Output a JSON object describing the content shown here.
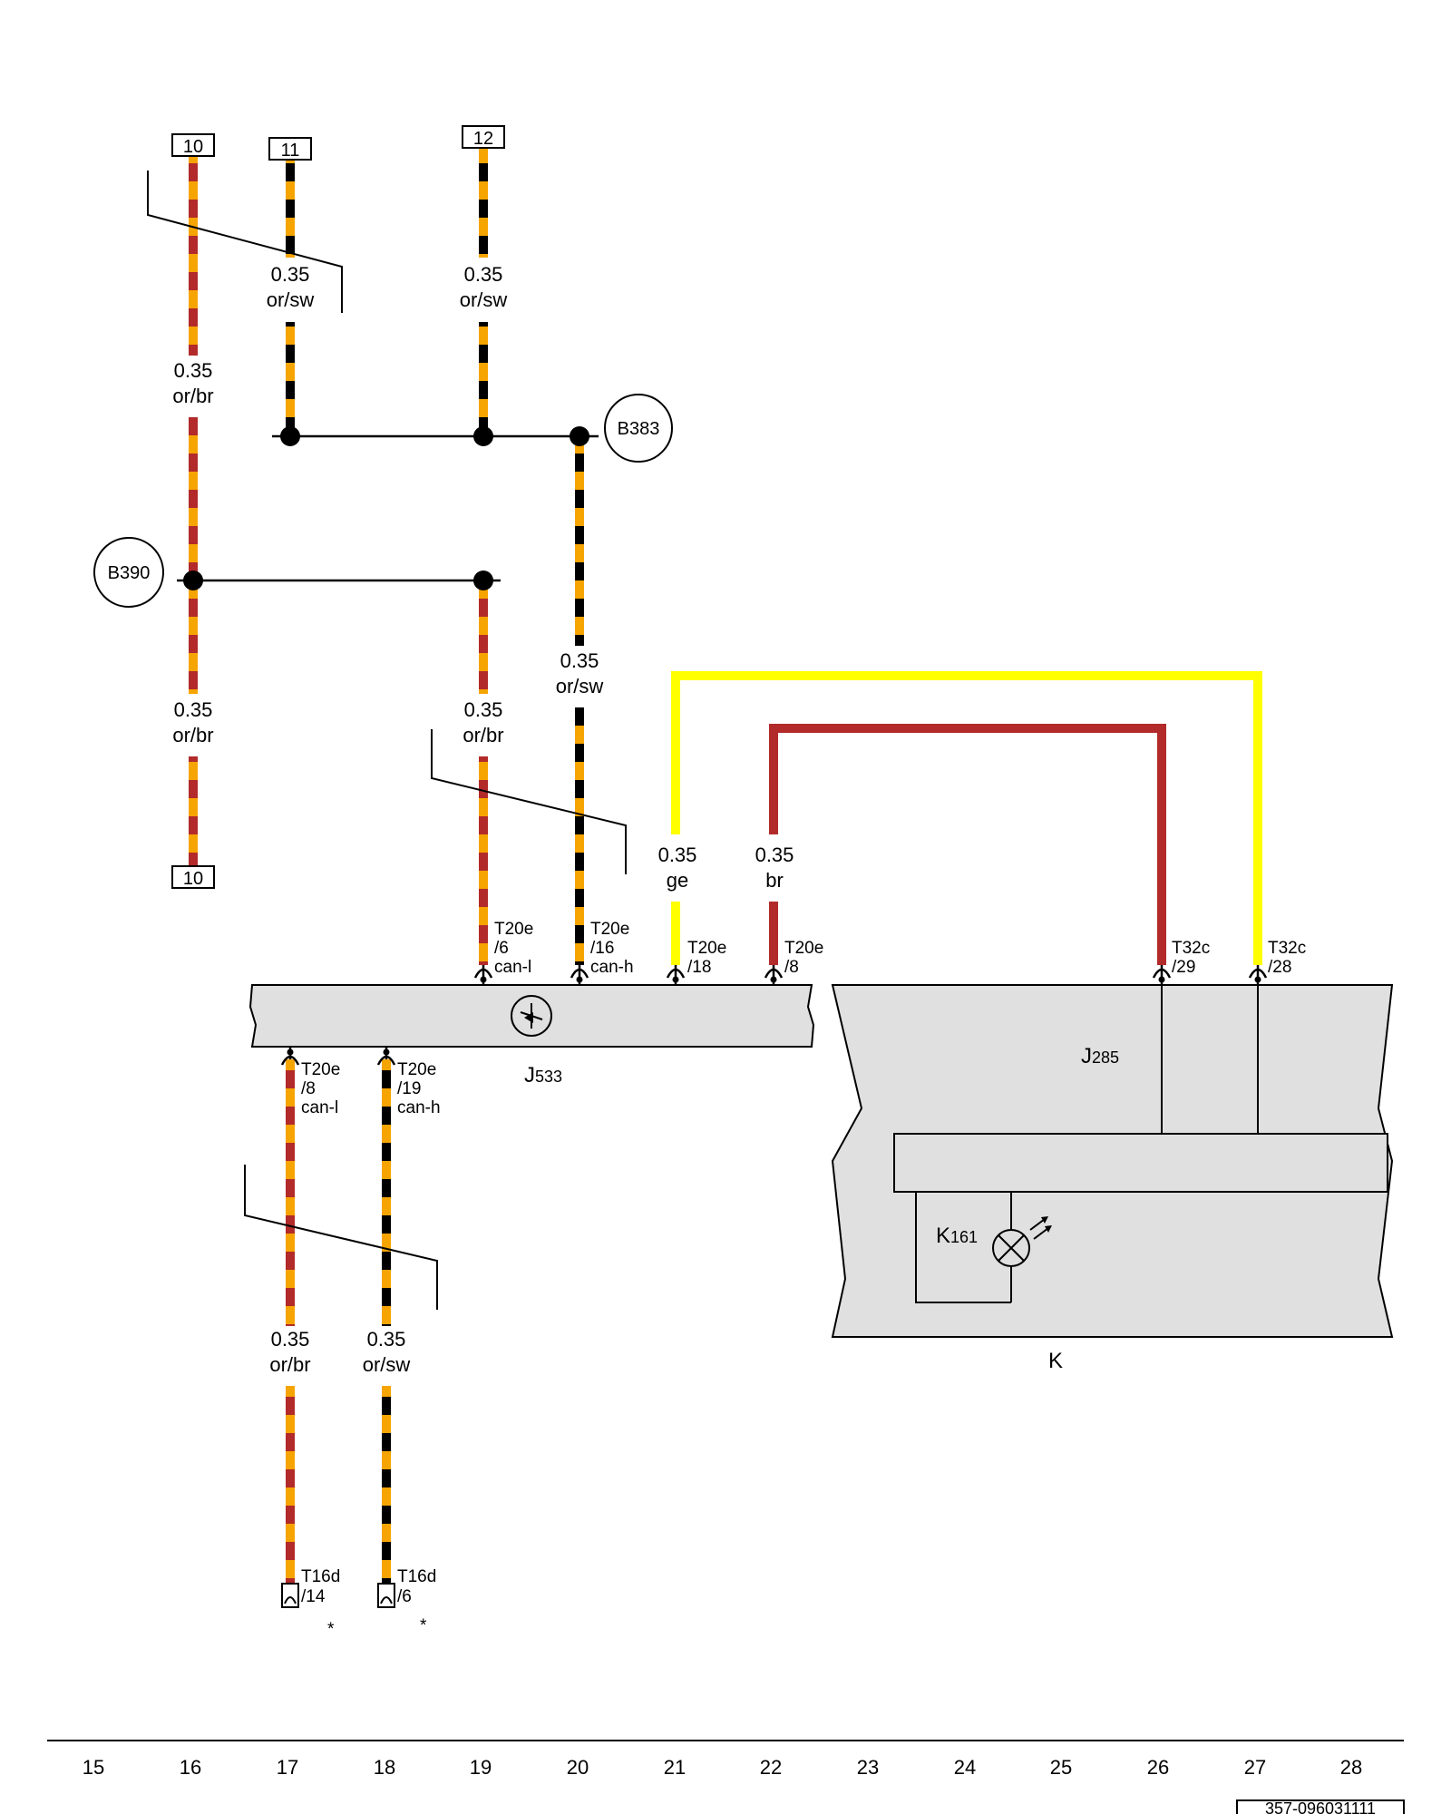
{
  "colors": {
    "orange": "#F6A400",
    "brown": "#B22A2A",
    "black": "#000000",
    "yellow": "#FFFF00",
    "module_fill": "#E0E0E0"
  },
  "markers": {
    "m10_top": "10",
    "m11": "11",
    "m12": "12",
    "m10_bottom": "10"
  },
  "wire_labels": {
    "w11_size": "0.35",
    "w11_color": "or/sw",
    "w12_size": "0.35",
    "w12_color": "or/sw",
    "w10a_size": "0.35",
    "w10a_color": "or/br",
    "w10b_size": "0.35",
    "w10b_color": "or/br",
    "wB383_size": "0.35",
    "wB383_color": "or/sw",
    "wB390r_size": "0.35",
    "wB390r_color": "or/br",
    "ge_size": "0.35",
    "ge_color": "ge",
    "br_size": "0.35",
    "br_color": "br",
    "low_l_size": "0.35",
    "low_l_color": "or/br",
    "low_r_size": "0.35",
    "low_r_color": "or/sw"
  },
  "splices": {
    "b383": "B383",
    "b390": "B390"
  },
  "pins": {
    "p6_a": "T20e",
    "p6_b": "/6",
    "p6_c": "can-l",
    "p16_a": "T20e",
    "p16_b": "/16",
    "p16_c": "can-h",
    "p18_a": "T20e",
    "p18_b": "/18",
    "p8_a": "T20e",
    "p8_b": "/8",
    "p29_a": "T32c",
    "p29_b": "/29",
    "p28_a": "T32c",
    "p28_b": "/28",
    "pl8_a": "T20e",
    "pl8_b": "/8",
    "pl8_c": "can-l",
    "pl19_a": "T20e",
    "pl19_b": "/19",
    "pl19_c": "can-h",
    "t14_a": "T16d",
    "t14_b": "/14",
    "t6_a": "T16d",
    "t6_b": "/6",
    "asterisk": "*"
  },
  "modules": {
    "j533_main": "J",
    "j533_sub": "533",
    "j285_main": "J",
    "j285_sub": "285",
    "k161_main": "K",
    "k161_sub": "161",
    "k": "K"
  },
  "footer": {
    "columns": [
      "15",
      "16",
      "17",
      "18",
      "19",
      "20",
      "21",
      "22",
      "23",
      "24",
      "25",
      "26",
      "27",
      "28"
    ],
    "ref_number": "357-096031111"
  }
}
